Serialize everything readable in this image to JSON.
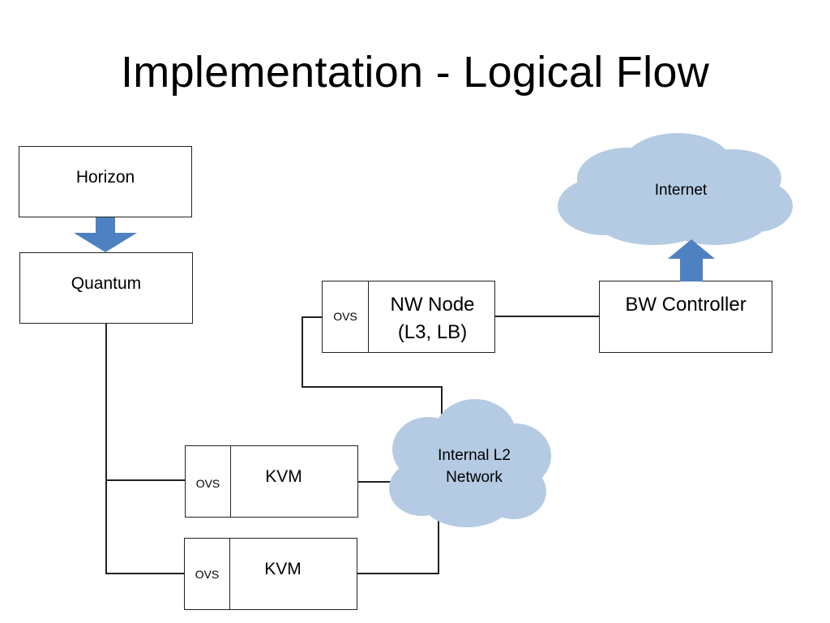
{
  "title": "Implementation -  Logical Flow",
  "colors": {
    "cloud_fill": "#b4cbe3",
    "arrow_fill": "#4e81c1",
    "line": "#222222"
  },
  "nodes": {
    "horizon": {
      "label": "Horizon"
    },
    "quantum": {
      "label": "Quantum"
    },
    "nw_node": {
      "ovs": "OVS",
      "label": "NW Node\n(L3, LB)"
    },
    "bw_controller": {
      "label": "BW Controller"
    },
    "kvm_1": {
      "ovs": "OVS",
      "label": "KVM"
    },
    "kvm_2": {
      "ovs": "OVS",
      "label": "KVM"
    }
  },
  "clouds": {
    "internet": {
      "label": "Internet",
      "icon": "cloud-icon"
    },
    "internal_l2": {
      "label": "Internal L2\nNetwork",
      "icon": "cloud-icon"
    }
  },
  "arrows": {
    "horizon_to_quantum": {
      "direction": "down",
      "icon": "arrow-down-icon"
    },
    "controller_to_internet": {
      "direction": "up",
      "icon": "arrow-up-icon"
    }
  }
}
